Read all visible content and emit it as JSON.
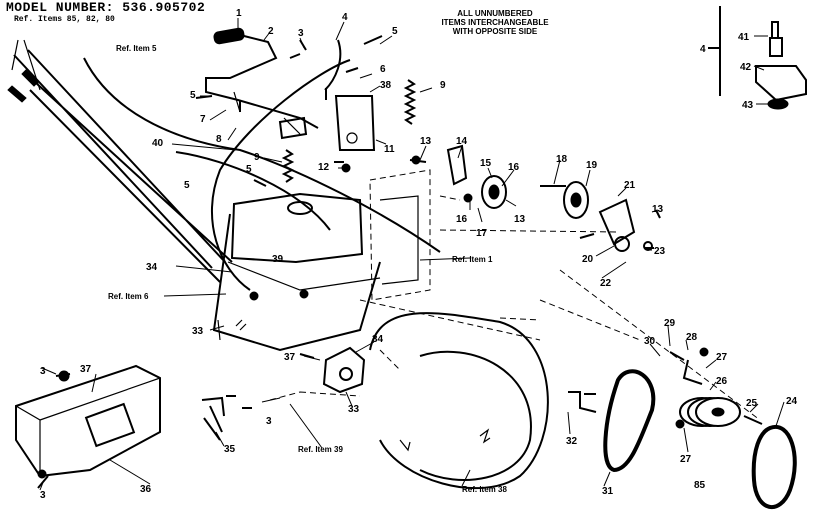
{
  "header": {
    "model_label": "MODEL NUMBER:",
    "model_number": "536.905702",
    "ref_items": "Ref. Items 85, 82, 80"
  },
  "note": {
    "line1": "ALL UNNUMBERED",
    "line2": "ITEMS INTERCHANGEABLE",
    "line3": "WITH OPPOSITE SIDE"
  },
  "references": [
    {
      "id": "ref5",
      "text": "Ref. Item 5"
    },
    {
      "id": "ref1",
      "text": "Ref. Item 1"
    },
    {
      "id": "ref6",
      "text": "Ref. Item 6"
    },
    {
      "id": "ref39",
      "text": "Ref. Item 39"
    },
    {
      "id": "ref38",
      "text": "Ref. Item 38"
    }
  ],
  "callouts": [
    {
      "id": "c1",
      "text": "1"
    },
    {
      "id": "c2",
      "text": "2"
    },
    {
      "id": "c3a",
      "text": "3"
    },
    {
      "id": "c4",
      "text": "4"
    },
    {
      "id": "c5a",
      "text": "5"
    },
    {
      "id": "c6",
      "text": "6"
    },
    {
      "id": "c38",
      "text": "38"
    },
    {
      "id": "c9a",
      "text": "9"
    },
    {
      "id": "c5b",
      "text": "5"
    },
    {
      "id": "c7",
      "text": "7"
    },
    {
      "id": "c8",
      "text": "8"
    },
    {
      "id": "c11",
      "text": "11"
    },
    {
      "id": "c40",
      "text": "40"
    },
    {
      "id": "c9b",
      "text": "9"
    },
    {
      "id": "c5c",
      "text": "5"
    },
    {
      "id": "c5d",
      "text": "5"
    },
    {
      "id": "c12",
      "text": "12"
    },
    {
      "id": "c13a",
      "text": "13"
    },
    {
      "id": "c14",
      "text": "14"
    },
    {
      "id": "c15",
      "text": "15"
    },
    {
      "id": "c16a",
      "text": "16"
    },
    {
      "id": "c16b",
      "text": "16"
    },
    {
      "id": "c17",
      "text": "17"
    },
    {
      "id": "c13b",
      "text": "13"
    },
    {
      "id": "c18",
      "text": "18"
    },
    {
      "id": "c19",
      "text": "19"
    },
    {
      "id": "c21",
      "text": "21"
    },
    {
      "id": "c13c",
      "text": "13"
    },
    {
      "id": "c20",
      "text": "20"
    },
    {
      "id": "c23",
      "text": "23"
    },
    {
      "id": "c22",
      "text": "22"
    },
    {
      "id": "c34a",
      "text": "34"
    },
    {
      "id": "c39",
      "text": "39"
    },
    {
      "id": "c33a",
      "text": "33"
    },
    {
      "id": "c37a",
      "text": "37"
    },
    {
      "id": "c34b",
      "text": "34"
    },
    {
      "id": "c33b",
      "text": "33"
    },
    {
      "id": "c3b",
      "text": "3"
    },
    {
      "id": "c37b",
      "text": "37"
    },
    {
      "id": "c3c",
      "text": "3"
    },
    {
      "id": "c35",
      "text": "35"
    },
    {
      "id": "c36",
      "text": "36"
    },
    {
      "id": "c3d",
      "text": "3"
    },
    {
      "id": "c30",
      "text": "30"
    },
    {
      "id": "c29",
      "text": "29"
    },
    {
      "id": "c28",
      "text": "28"
    },
    {
      "id": "c27a",
      "text": "27"
    },
    {
      "id": "c26",
      "text": "26"
    },
    {
      "id": "c25",
      "text": "25"
    },
    {
      "id": "c24",
      "text": "24"
    },
    {
      "id": "c32",
      "text": "32"
    },
    {
      "id": "c31",
      "text": "31"
    },
    {
      "id": "c27b",
      "text": "27"
    },
    {
      "id": "c85",
      "text": "85"
    },
    {
      "id": "c41",
      "text": "41"
    },
    {
      "id": "c42",
      "text": "42"
    },
    {
      "id": "c43",
      "text": "43"
    },
    {
      "id": "c4b",
      "text": "4"
    }
  ]
}
